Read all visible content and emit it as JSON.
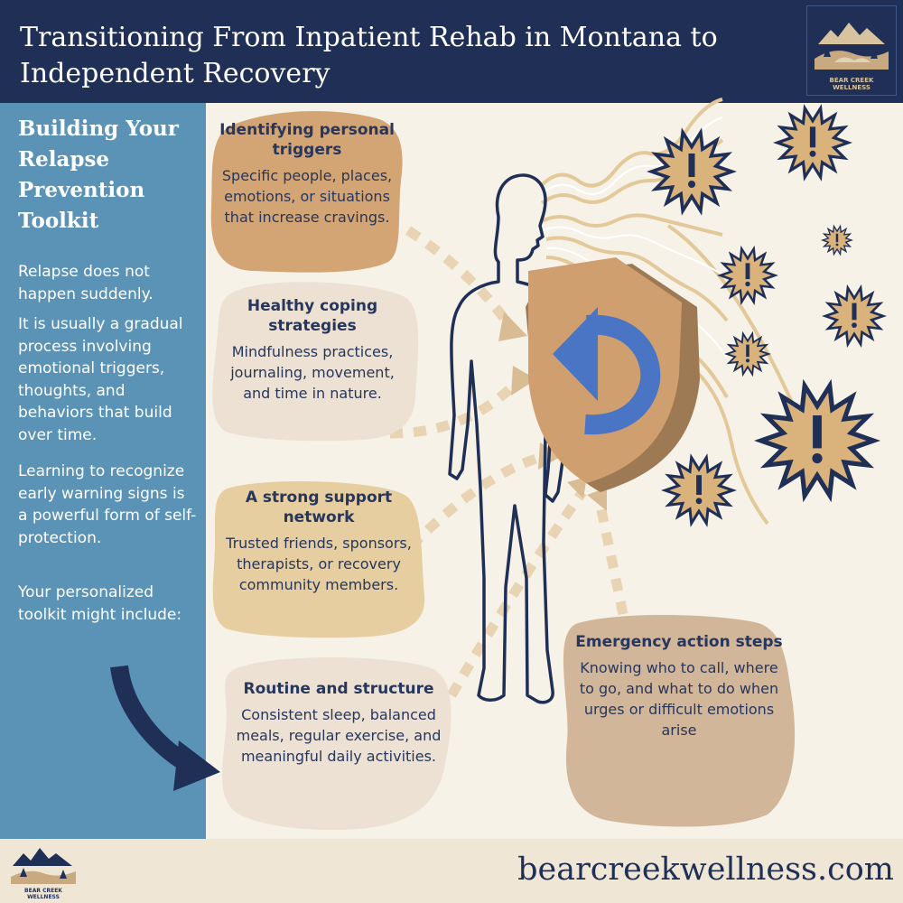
{
  "header": {
    "title": "Transitioning From Inpatient Rehab in Montana to Independent Recovery",
    "logo_text": "BEAR CREEK WELLNESS"
  },
  "sidebar": {
    "title": "Building Your Relapse Prevention Toolkit",
    "paragraphs": [
      "Relapse does not happen suddenly.",
      "It is usually a gradual process involving emotional triggers, thoughts, and behaviors that build over time.",
      "Learning to recognize early warning signs is a powerful form of self-protection.",
      "Your personalized toolkit might include:"
    ]
  },
  "cards": [
    {
      "title": "Identifying personal triggers",
      "body": "Specific people, places, emotions, or situations that increase cravings."
    },
    {
      "title": "Healthy coping strategies",
      "body": "Mindfulness practices, journaling, movement, and time in nature."
    },
    {
      "title": "A strong support network",
      "body": "Trusted friends, sponsors, therapists, or recovery community members."
    },
    {
      "title": "Routine and structure",
      "body": "Consistent sleep, balanced meals, regular exercise, and meaningful daily activities."
    },
    {
      "title": "Emergency action steps",
      "body": "Knowing who to call, where to go, and what to do when urges or difficult emotions arise"
    }
  ],
  "footer": {
    "url": "bearcreekwellness.com"
  },
  "colors": {
    "navy": "#1f2f56",
    "sidebar_blue": "#5b93b6",
    "background": "#f6f2e8",
    "card_orange": "#d4a574",
    "card_light": "#ece1d3",
    "card_tan": "#e6cea0",
    "card_taupe": "#d2b699",
    "shield": "#cf9f70",
    "arrow_blue": "#4a74c4",
    "burst": "#d9b27c"
  },
  "icons": [
    "mountain-logo-icon",
    "shield-icon",
    "return-arrow-icon",
    "warning-burst-icon",
    "curved-arrow-icon",
    "human-figure-icon"
  ]
}
